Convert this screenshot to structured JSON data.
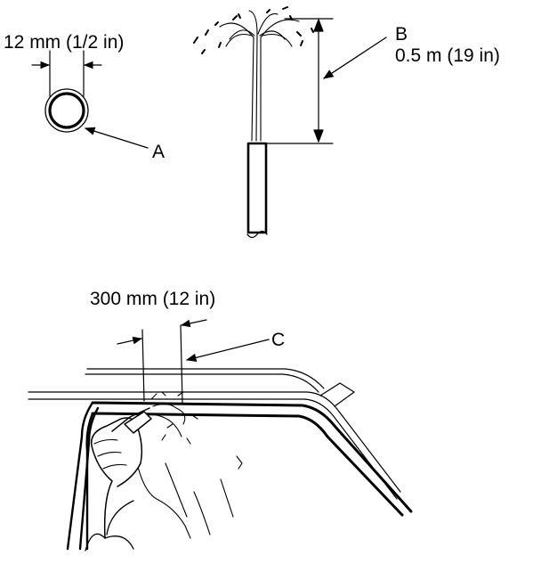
{
  "labels": {
    "hose_diameter": "12 mm (1/2 in)",
    "callout_a": "A",
    "callout_b": "B",
    "spray_height": "0.5 m (19 in)",
    "spray_distance": "300 mm (12 in)",
    "callout_c": "C"
  },
  "colors": {
    "line": "#000000",
    "background": "#ffffff"
  }
}
